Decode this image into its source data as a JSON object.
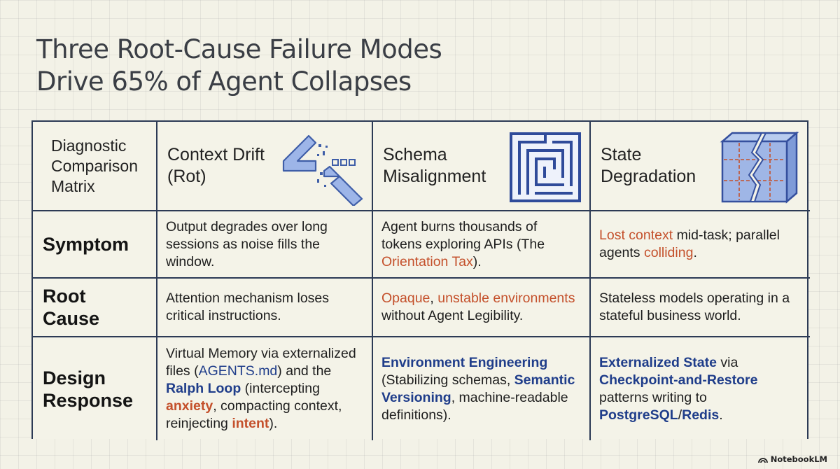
{
  "title": {
    "line1": "Three Root-Cause Failure Modes",
    "line2": "Drive 65% of Agent Collapses"
  },
  "matrix": {
    "corner_label": "Diagnostic Comparison Matrix",
    "columns": [
      {
        "header": "Context Drift (Rot)",
        "icon": "broken-bent-arrow-icon"
      },
      {
        "header": "Schema Misalignment",
        "icon": "maze-icon"
      },
      {
        "header": "State Degradation",
        "icon": "cracked-cube-icon"
      }
    ],
    "rows": [
      {
        "label": "Symptom"
      },
      {
        "label": "Root Cause"
      },
      {
        "label": "Design Response"
      }
    ],
    "cells": {
      "symptom": {
        "drift": "Output degrades over long sessions as noise fills the window.",
        "schema": {
          "t1": "Agent burns thousands of tokens exploring APIs (The ",
          "t2": "Orientation Tax",
          "t3": ")."
        },
        "state": {
          "t1": "Lost context",
          "t2": " mid-task; parallel agents ",
          "t3": "colliding",
          "t4": "."
        }
      },
      "root_cause": {
        "drift": "Attention mechanism loses critical instructions.",
        "schema": {
          "t1": "Opaque",
          "t2": ", ",
          "t3": "unstable environments",
          "t4": " without Agent Legibility."
        },
        "state": "Stateless models operating in a stateful business world."
      },
      "design_response": {
        "drift": {
          "t1": "Virtual Memory via externalized files (",
          "t2": "AGENTS.md",
          "t3": ") and the ",
          "t4": "Ralph Loop",
          "t5": " (intercepting ",
          "t6": "anxiety",
          "t7": ", compacting context, reinjecting ",
          "t8": "intent",
          "t9": ")."
        },
        "schema": {
          "t1": "Environment Engineering",
          "t2": " (Stabilizing schemas, ",
          "t3": "Semantic Versioning",
          "t4": ", machine-readable definitions)."
        },
        "state": {
          "t1": "Externalized State",
          "t2": " via ",
          "t3": "Checkpoint-and-Restore",
          "t4": " patterns writing to ",
          "t5": "PostgreSQL",
          "t6": "/",
          "t7": "Redis",
          "t8": "."
        }
      }
    }
  },
  "watermark": {
    "text": "NotebookLM",
    "icon": "notebooklm-logo-icon"
  },
  "colors": {
    "background": "#f3f2e7",
    "grid_border": "#2c3a55",
    "highlight_orange": "#c4502b",
    "highlight_blue": "#1f3d8a",
    "icon_blue": "#6b8fd3"
  }
}
